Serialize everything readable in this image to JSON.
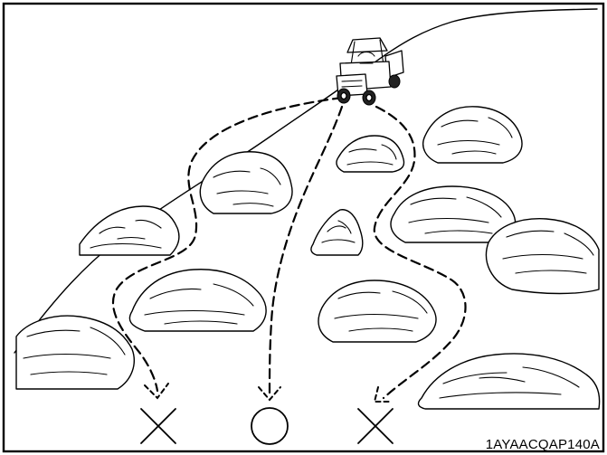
{
  "figure": {
    "code": "1AYAACQAP140A"
  },
  "routes": [
    {
      "id": "left",
      "verdict": "wrong"
    },
    {
      "id": "middle",
      "verdict": "correct"
    },
    {
      "id": "right",
      "verdict": "wrong"
    }
  ]
}
